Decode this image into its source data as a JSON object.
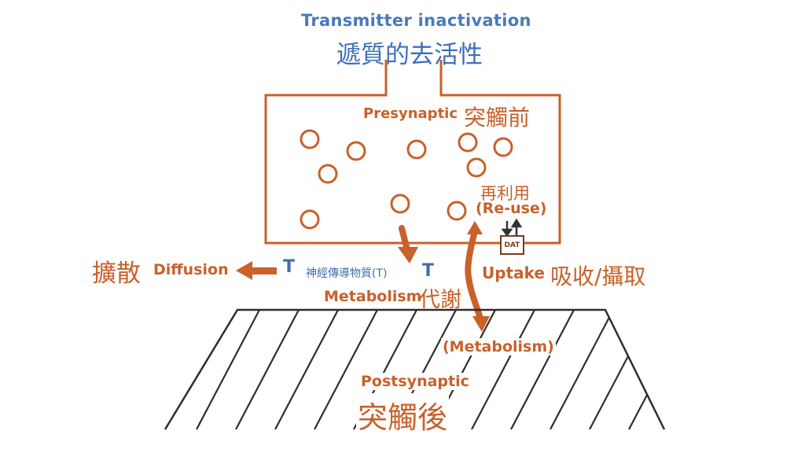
{
  "title": {
    "en": "Transmitter inactivation",
    "zh": "遞質的去活性"
  },
  "presynaptic": {
    "en": "Presynaptic",
    "zh": "突觸前"
  },
  "reuse": {
    "zh": "再利用",
    "en": "(Re-use)"
  },
  "dat_label": "DAT",
  "diffusion": {
    "zh": "擴散",
    "en": "Diffusion"
  },
  "transmitter": {
    "symbol": "T",
    "zh": "神經傳導物質(T)"
  },
  "uptake": {
    "en": "Uptake",
    "zh": "吸收/攝取"
  },
  "metabolism": {
    "en": "Metabolism",
    "zh": "代謝",
    "paren": "(Metabolism)"
  },
  "postsynaptic": {
    "en": "Postsynaptic",
    "zh": "突觸後"
  },
  "colors": {
    "orange": "#c8612a",
    "blue": "#4a7ab8",
    "dark": "#3a3a3a"
  }
}
